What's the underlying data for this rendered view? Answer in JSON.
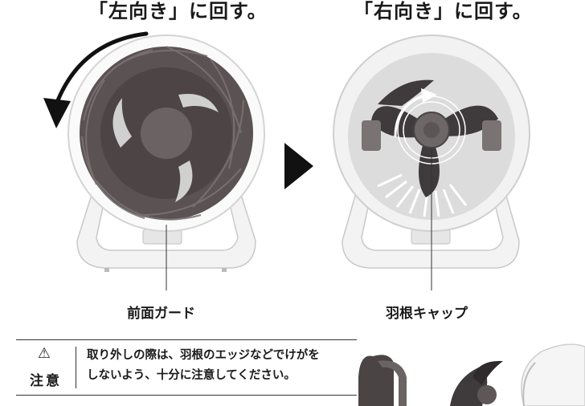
{
  "left_panel": {
    "heading": "「左向き」に回す。",
    "label": "前面ガード"
  },
  "right_panel": {
    "heading": "「右向き」に回す。",
    "label": "羽根キャップ"
  },
  "caution": {
    "icon": "warning-triangle-icon",
    "word": "注意",
    "line1": "取り外しの際は、羽根のエッジなどでけがを",
    "line2": "しないよう、十分に注意してください。"
  },
  "colors": {
    "guard_dark": "#5a5253",
    "body_white": "#f4f4f4",
    "arrow": "#111111"
  }
}
